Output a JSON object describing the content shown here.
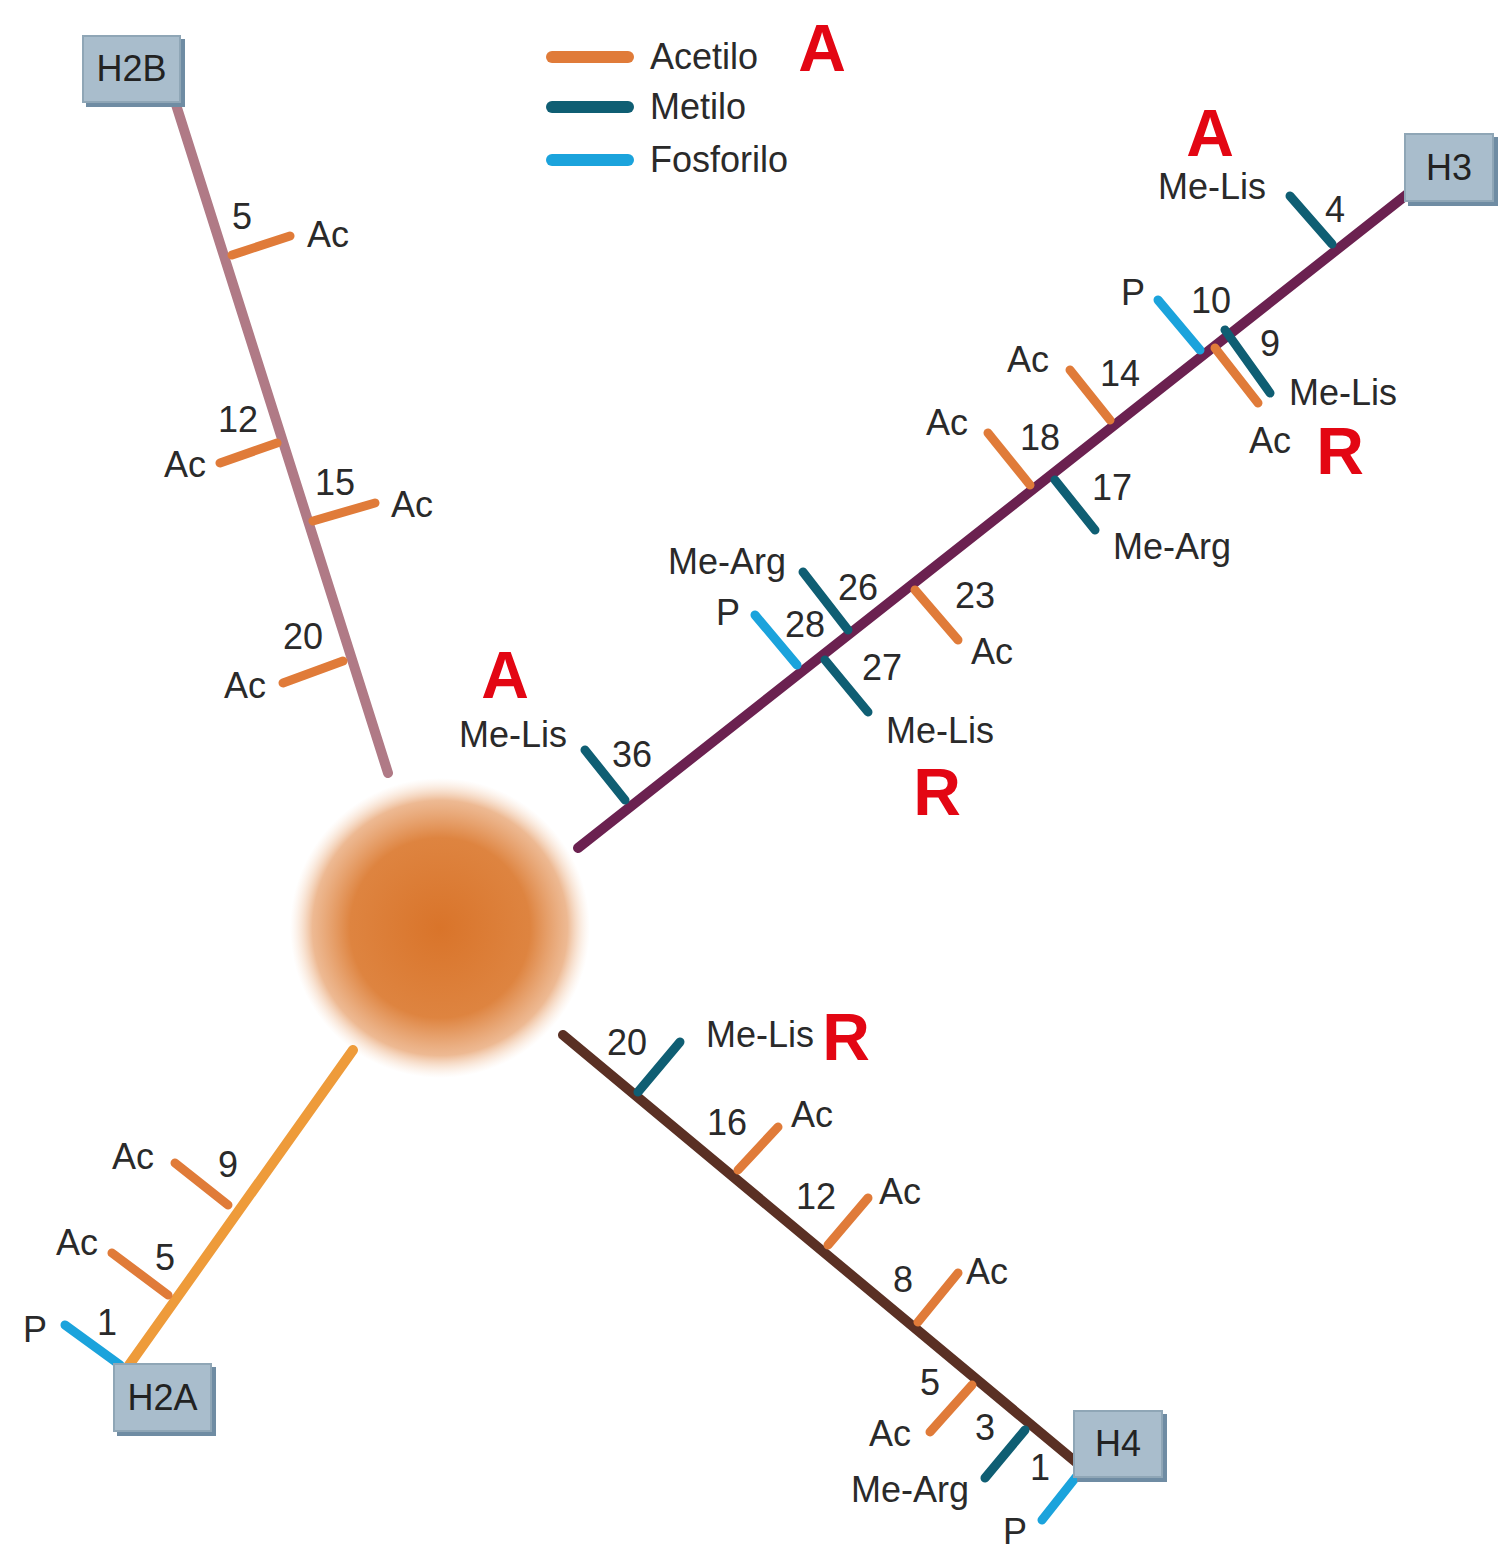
{
  "diagram": {
    "nodes": [
      {
        "text": [
          "H2B"
        ]
      },
      {
        "text": [
          "H3"
        ]
      },
      {
        "text": [
          "H2A"
        ]
      },
      {
        "text": [
          "H4"
        ]
      }
    ],
    "labels": [
      "5",
      "Ac",
      "12",
      "Ac",
      "15",
      "Ac",
      "20",
      "Ac",
      "A",
      "A",
      "Me-Lis",
      "4",
      "P",
      "10",
      "9",
      "Me-Lis",
      "Ac",
      "R",
      "Ac",
      "14",
      "Ac",
      "18",
      "17",
      "Me-Arg",
      "Me-Arg",
      "26",
      "23",
      "P",
      "28",
      "Ac",
      "27",
      "A",
      "Me-Lis",
      "Me-Lis",
      "36",
      "R",
      "20",
      "Me-Lis",
      "R",
      "16",
      "Ac",
      "Ac",
      "9",
      "12",
      "Ac",
      "Ac",
      "5",
      "8",
      "Ac",
      "1",
      "P",
      "5",
      "3",
      "Ac",
      "1",
      "Me-Arg",
      "P"
    ],
    "legend": [
      {
        "text": "Acetilo",
        "color": "#e07b39"
      },
      {
        "text": "Metilo",
        "color": "#0f5e73"
      },
      {
        "text": "Fosforilo",
        "color": "#1ba3dc"
      }
    ]
  }
}
